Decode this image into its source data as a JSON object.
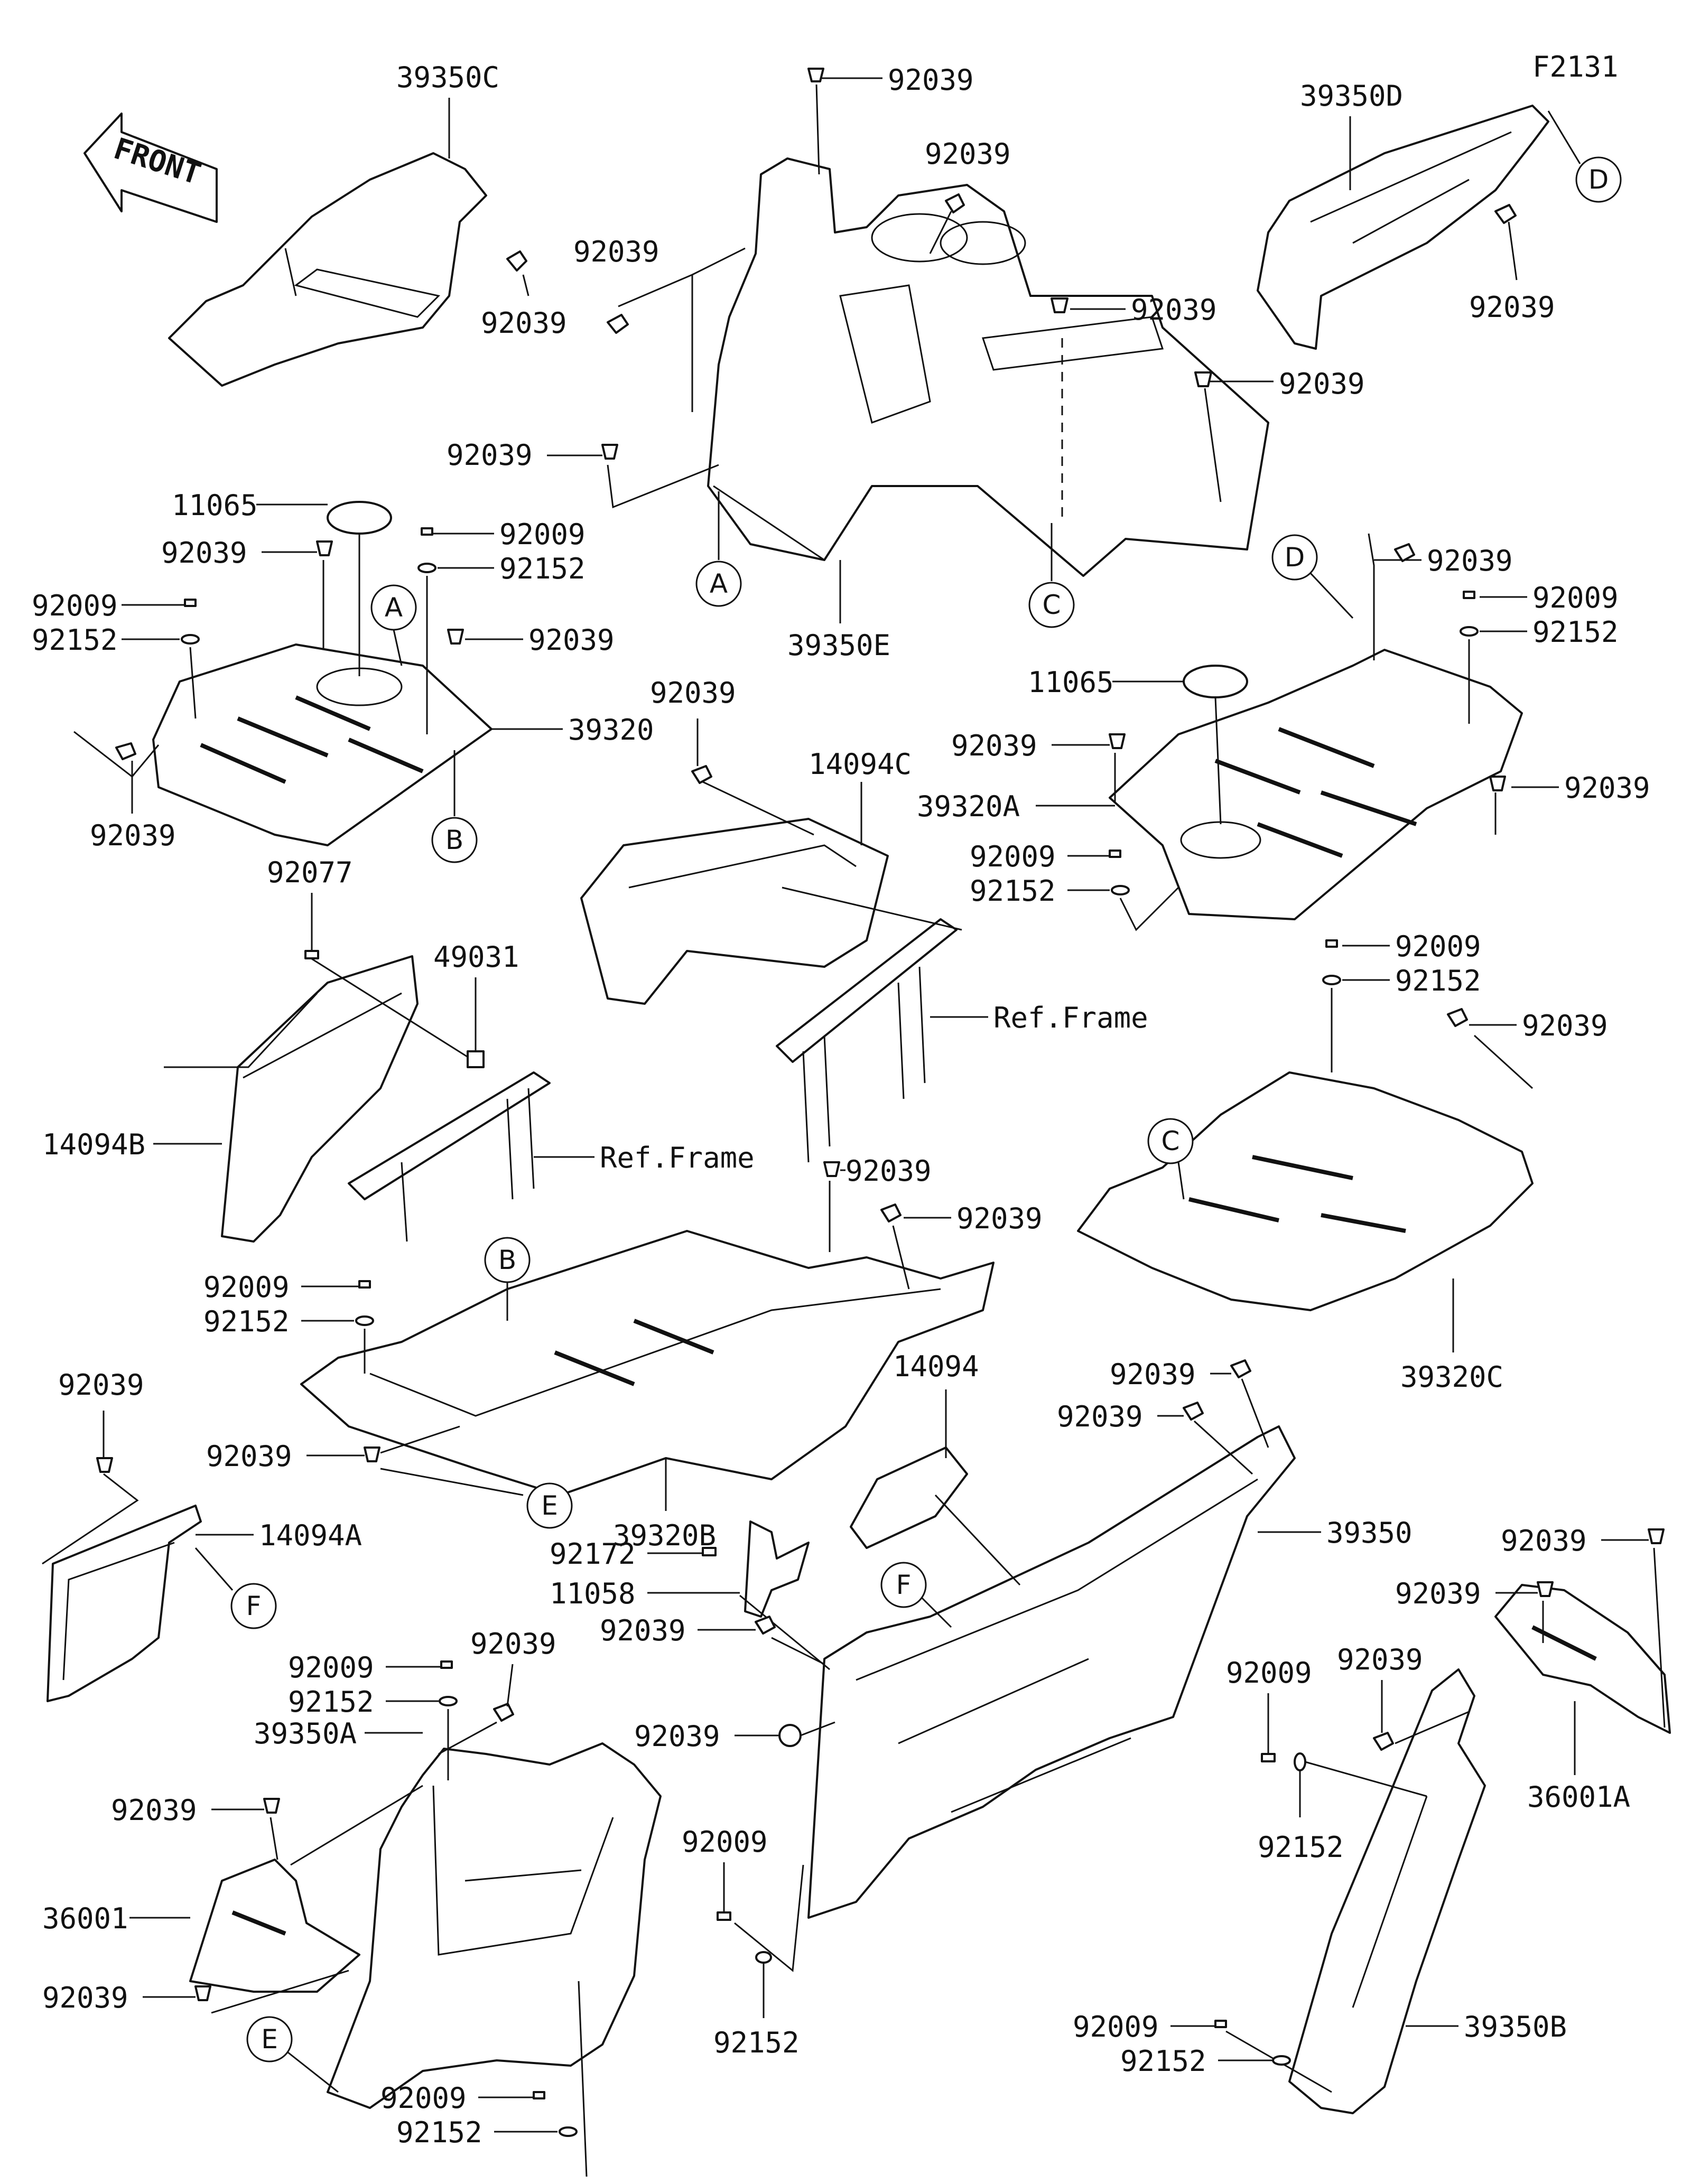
{
  "figure_code": "F2131",
  "front_label": "FRONT",
  "callouts": [
    "A",
    "B",
    "C",
    "D",
    "E",
    "F"
  ],
  "labels": {
    "p39350C": "39350C",
    "p39350D": "39350D",
    "p39350E": "39350E",
    "p39350": "39350",
    "p39350A": "39350A",
    "p39350B": "39350B",
    "p39320": "39320",
    "p39320A": "39320A",
    "p39320B": "39320B",
    "p39320C": "39320C",
    "p14094": "14094",
    "p14094A": "14094A",
    "p14094B": "14094B",
    "p14094C": "14094C",
    "p11065": "11065",
    "p11058": "11058",
    "p49031": "49031",
    "p36001": "36001",
    "p36001A": "36001A",
    "p92039": "92039",
    "p92009": "92009",
    "p92152": "92152",
    "p92077": "92077",
    "p92172": "92172",
    "ref_frame": "Ref.Frame"
  }
}
